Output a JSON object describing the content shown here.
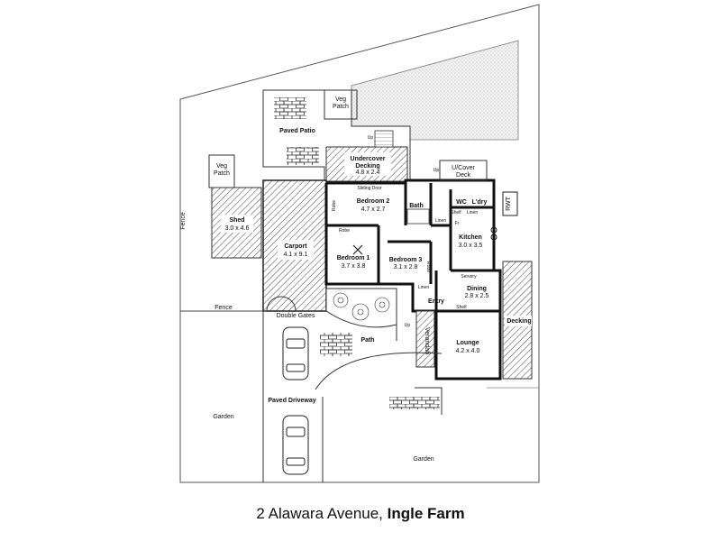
{
  "address": {
    "street": "2 Alawara Avenue,",
    "suburb": "Ingle Farm"
  },
  "rooms": {
    "veg_patch_top": "Veg\nPatch",
    "paved_patio": "Paved Patio",
    "undercover_decking": "Undercover\nDecking",
    "undercover_decking_dim": "4.8 x 2.4",
    "veg_patch_left": "Veg\nPatch",
    "u_cover_deck": "U/Cover\nDeck",
    "shed": "Shed",
    "shed_dim": "3.0 x 4.6",
    "carport": "Carport",
    "carport_dim": "4.1 x 9.1",
    "robe_left": "Robe",
    "bedroom2": "Bedroom 2",
    "bedroom2_dim": "4.7 x 2.7",
    "sliding_door": "Sliding Door",
    "bath": "Bath",
    "wc": "WC",
    "linen_top": "Linen",
    "shelf": "Shelf",
    "lndry": "L'dry",
    "rwt": "RWT",
    "linen_mid": "Linen",
    "fr": "Fr",
    "robe_mid": "Robe",
    "kitchen": "Kitchen",
    "kitchen_dim": "3.0 x 3.5",
    "bedroom1": "Bedroom 1",
    "bedroom1_dim": "3.7 x 3.8",
    "bedroom3": "Bedroom 3",
    "bedroom3_dim": "3.1 x 2.8",
    "robe_right": "Robe",
    "servery": "Servery",
    "dining": "Dining",
    "dining_dim": "2.8 x 2.5",
    "linen_low": "Linen",
    "entry": "Entry",
    "shelf_low": "Shelf",
    "decking": "Decking",
    "fence_left": "Fence",
    "fence_mid": "Fence",
    "double_gates": "Double Gates",
    "up_a": "Up",
    "up_b": "Up",
    "up_c": "Up",
    "path": "Path",
    "verandah": "Verandah",
    "lounge": "Lounge",
    "lounge_dim": "4.2 x 4.0",
    "paved_driveway": "Paved Driveway",
    "garden_left": "Garden",
    "garden_right": "Garden"
  }
}
